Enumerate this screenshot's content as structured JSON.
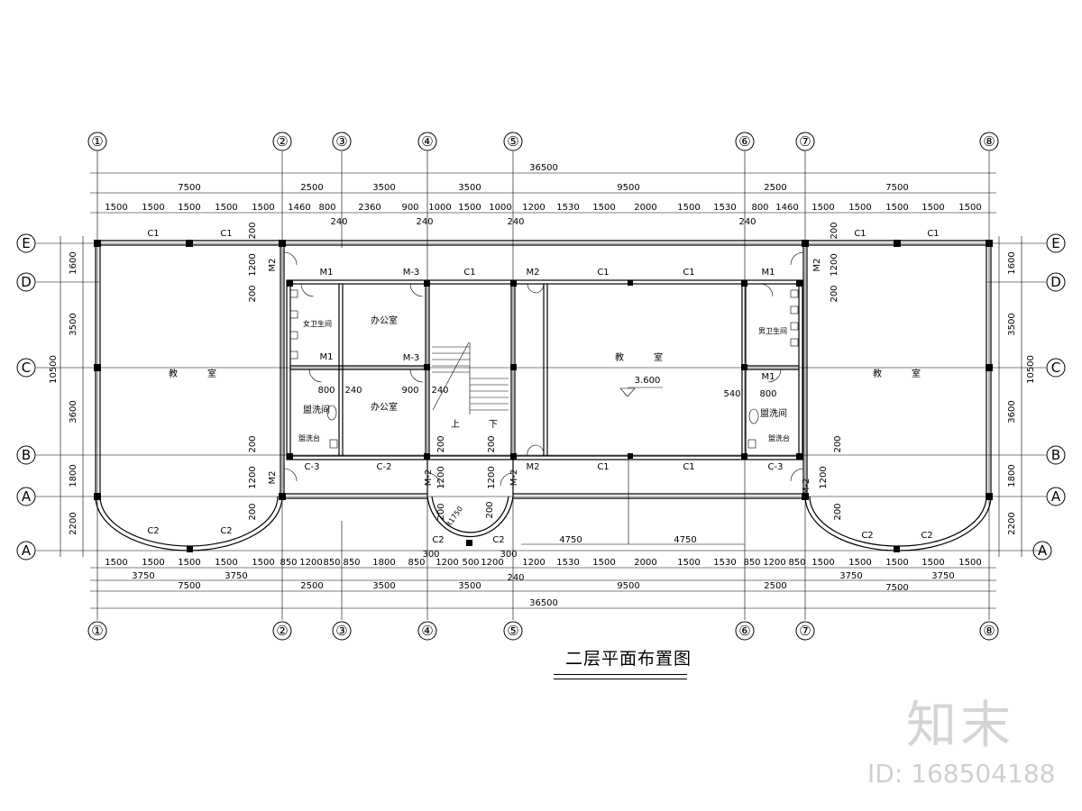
{
  "title": "二层平面布置图",
  "axes_x": [
    "①",
    "②",
    "③",
    "④",
    "⑤",
    "⑥",
    "⑦",
    "⑧"
  ],
  "axes_y": [
    "E",
    "D",
    "C",
    "B",
    "A",
    "A"
  ],
  "dims": {
    "overall": "36500",
    "top_mid": [
      "7500",
      "2500",
      "3500",
      "3500",
      "9500",
      "2500",
      "7500"
    ],
    "top_detail": [
      "1500",
      "1500",
      "1500",
      "1500",
      "1500",
      "1460",
      "800",
      "2360",
      "900",
      "1000",
      "1500",
      "1000",
      "1200",
      "1530",
      "1500",
      "2000",
      "1500",
      "1530",
      "800",
      "1460",
      "1500",
      "1500",
      "1500",
      "1500",
      "1500"
    ],
    "wall_240": "240",
    "bot_detail": [
      "1500",
      "1500",
      "1500",
      "1500",
      "1500",
      "850",
      "1200",
      "850",
      "850",
      "1800",
      "850",
      "1200",
      "500",
      "1200",
      "1200",
      "1530",
      "1500",
      "2000",
      "1500",
      "1530",
      "850",
      "1200",
      "850",
      "1500",
      "1500",
      "1500",
      "1500",
      "1500"
    ],
    "bot_halves": [
      "3750",
      "3750",
      "3750",
      "3750"
    ],
    "bot_mid": [
      "7500",
      "2500",
      "3500",
      "3500",
      "9500",
      "2500",
      "7500"
    ],
    "side": [
      "1600",
      "3500",
      "3600",
      "1800",
      "2200"
    ],
    "side_total": "10500",
    "interior": [
      "1200",
      "200",
      "800",
      "240",
      "900",
      "540",
      "4750",
      "4750",
      "300",
      "R1750"
    ]
  },
  "rooms": {
    "classroom_a": "教",
    "classroom_b": "室",
    "office": "办公室",
    "washroom": "盥洗间",
    "toilet_f": "女卫生间",
    "toilet_m": "男卫生间",
    "sink": "盥洗台",
    "up": "上",
    "down": "下",
    "elevation": "3.600"
  },
  "marks": [
    "C1",
    "C2",
    "C-2",
    "C-3",
    "M1",
    "M2",
    "M-2",
    "M-3"
  ],
  "watermark": {
    "logo": "知末",
    "id": "ID: 168504188"
  }
}
